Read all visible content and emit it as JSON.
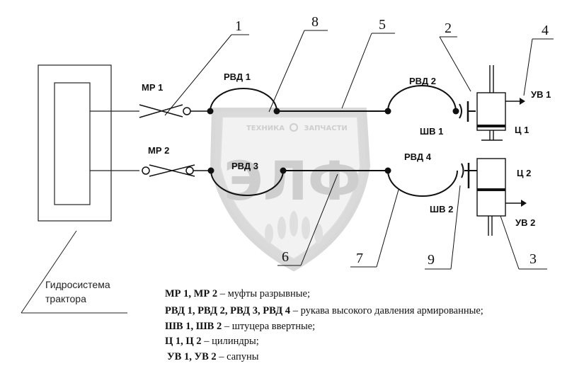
{
  "callouts": {
    "n1": "1",
    "n2": "2",
    "n3": "3",
    "n4": "4",
    "n5": "5",
    "n6": "6",
    "n7": "7",
    "n8": "8",
    "n9": "9"
  },
  "labels": {
    "mr1": "МР 1",
    "mr2": "МР 2",
    "rvd1": "РВД 1",
    "rvd2": "РВД 2",
    "rvd3": "РВД 3",
    "rvd4": "РВД 4",
    "shv1": "ШВ 1",
    "shv2": "ШВ 2",
    "c1": "Ц 1",
    "c2": "Ц 2",
    "uv1": "УВ 1",
    "uv2": "УВ 2"
  },
  "tractor_caption": {
    "line1": "Гидросистема",
    "line2": "трактора"
  },
  "watermark": {
    "top_text_left": "ТЕХНИКА",
    "top_text_right": "ЗАПЧАСТИ",
    "logo_text": "ЭЛФ"
  },
  "legend": [
    {
      "key": "МР 1, МР 2",
      "desc": " – муфты разрывные;"
    },
    {
      "key": "РВД 1, РВД 2, РВД 3, РВД 4",
      "desc": " – рукава высокого давления армированные;"
    },
    {
      "key": "ШВ 1, ШВ 2",
      "desc": " – штуцера ввертные;"
    },
    {
      "key": "Ц 1, Ц 2",
      "desc": " – цилиндры;"
    },
    {
      "key": "УВ 1, УВ 2",
      "desc": " – сапуны"
    }
  ]
}
